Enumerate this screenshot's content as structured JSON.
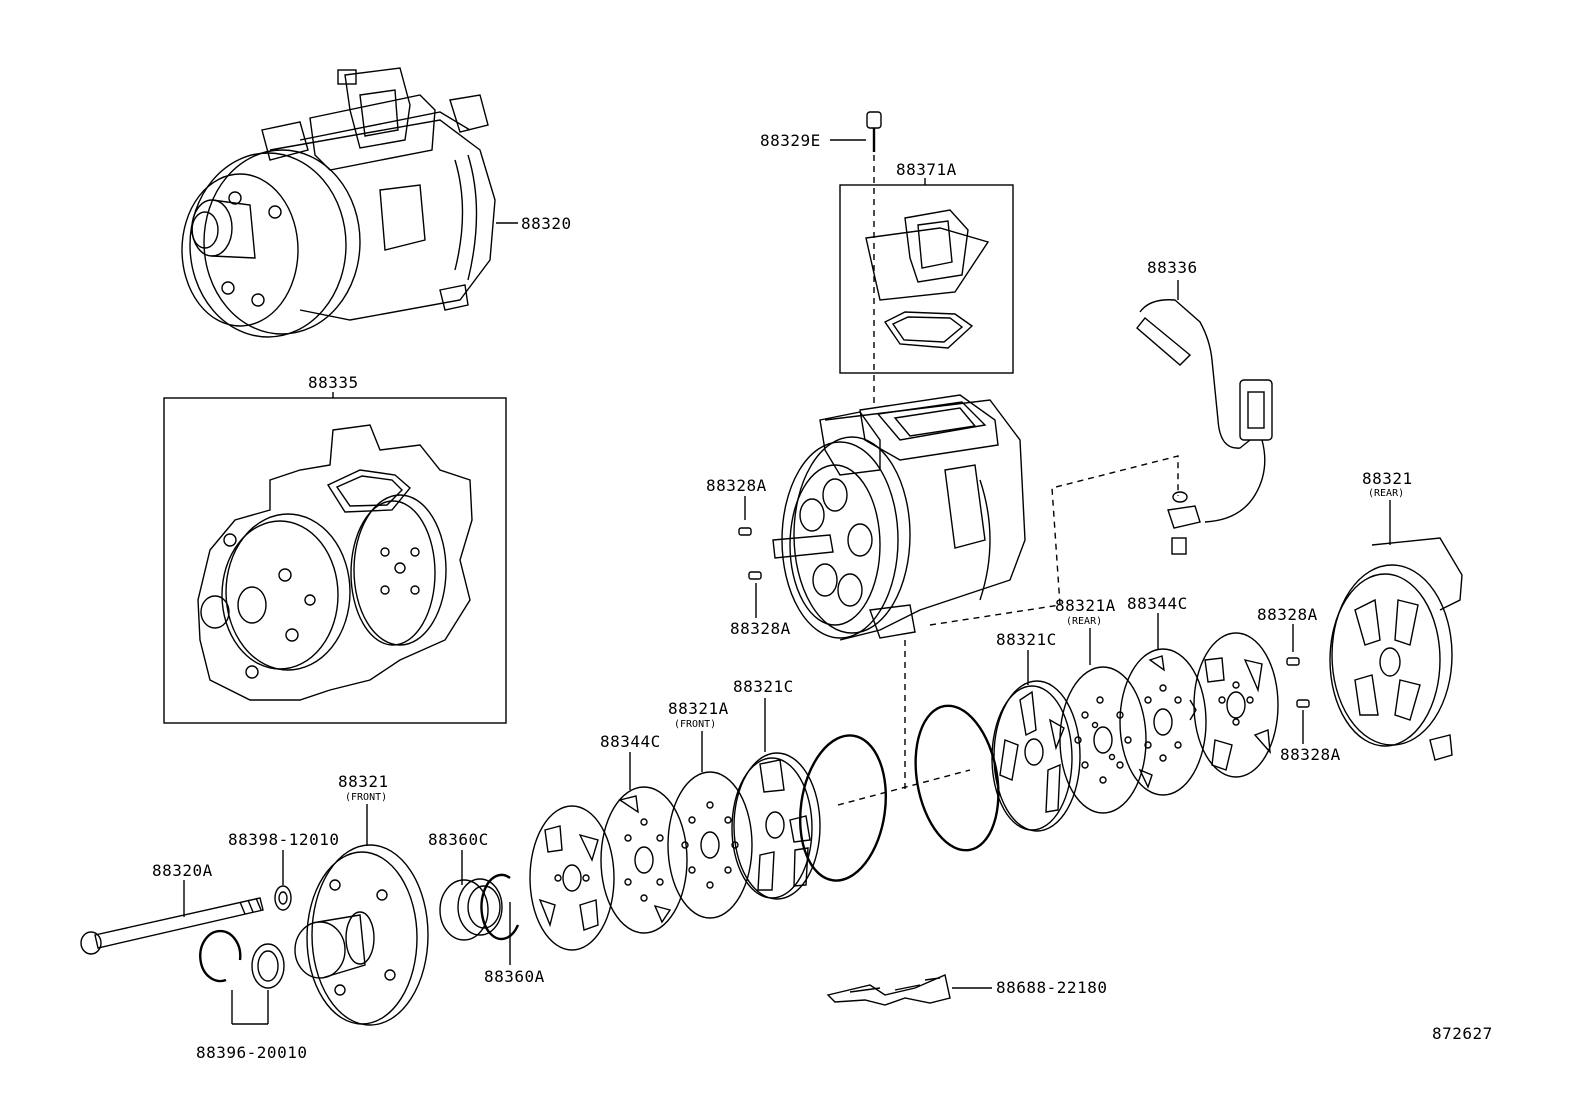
{
  "diagram_id": "872627",
  "labels": {
    "p88320": "88320",
    "p88329E": "88329E",
    "p88371A": "88371A",
    "p88336": "88336",
    "p88335": "88335",
    "p88328A_1": "88328A",
    "p88328A_2": "88328A",
    "p88328A_3": "88328A",
    "p88328A_4": "88328A",
    "p88321_rear": "88321",
    "p88321_rear_note": "(REAR)",
    "p88321A_rear": "88321A",
    "p88321A_rear_note": "(REAR)",
    "p88344C_rear": "88344C",
    "p88321C_rear": "88321C",
    "p88321C_front": "88321C",
    "p88321A_front": "88321A",
    "p88321A_front_note": "(FRONT)",
    "p88344C_front": "88344C",
    "p88321_front": "88321",
    "p88321_front_note": "(FRONT)",
    "p88398": "88398-12010",
    "p88360C": "88360C",
    "p88320A": "88320A",
    "p88360A": "88360A",
    "p88688": "88688-22180",
    "p88396": "88396-20010"
  }
}
